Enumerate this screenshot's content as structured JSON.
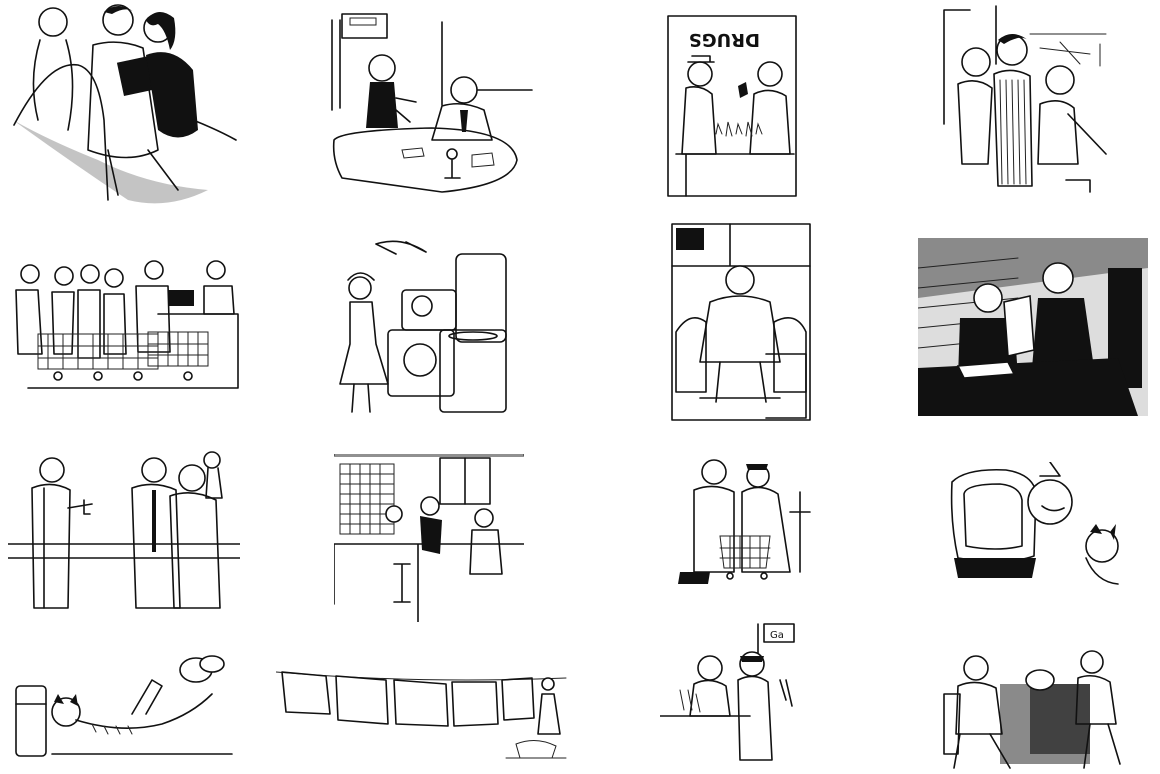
{
  "gallery": {
    "tiles": [
      {
        "name": "couple-reading-book"
      },
      {
        "name": "office-desk-meeting"
      },
      {
        "name": "drugstore-counter",
        "sign_text": "DRUGS"
      },
      {
        "name": "drafting-table-designers"
      },
      {
        "name": "supermarket-checkout-line"
      },
      {
        "name": "woman-with-appliances"
      },
      {
        "name": "man-in-armchair"
      },
      {
        "name": "executives-at-desk"
      },
      {
        "name": "laboratory-scientists"
      },
      {
        "name": "control-room-workers"
      },
      {
        "name": "grocer-and-shopper"
      },
      {
        "name": "television-set-cartoon"
      },
      {
        "name": "cartoon-tiger-lounging"
      },
      {
        "name": "laundry-clothesline"
      },
      {
        "name": "shop-counter-customers",
        "sign_text": "Ga"
      },
      {
        "name": "men-at-furnace"
      }
    ]
  }
}
